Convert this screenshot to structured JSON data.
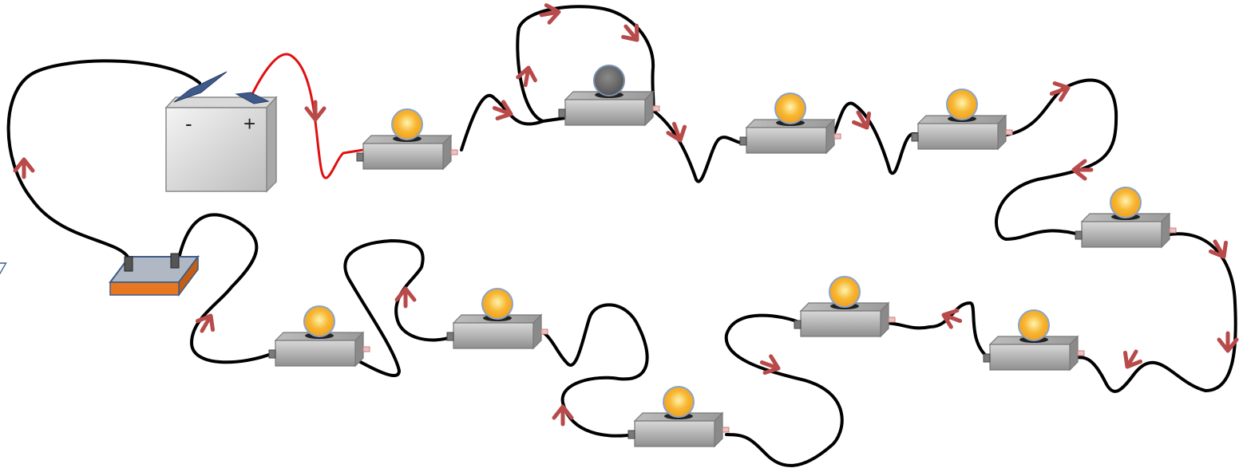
{
  "colors": {
    "background": "#ffffff",
    "wire": "#000000",
    "positive_wire": "#e01010",
    "arrow": "#b84a4a",
    "lamp_body": "#9e9e9e",
    "lamp_on": "#f7b733",
    "lamp_off": "#6e6e6e",
    "battery_body": "#cfcfcf",
    "battery_lid": "#3d5a8a",
    "switch_base": "#e87722",
    "switch_top": "#3d5a8a"
  },
  "battery": {
    "negative_label": "-",
    "positive_label": "+"
  },
  "lamps": [
    {
      "id": "lamp-1",
      "state": "on"
    },
    {
      "id": "lamp-2",
      "state": "off"
    },
    {
      "id": "lamp-3",
      "state": "on"
    },
    {
      "id": "lamp-4",
      "state": "on"
    },
    {
      "id": "lamp-5",
      "state": "on"
    },
    {
      "id": "lamp-6",
      "state": "on"
    },
    {
      "id": "lamp-7",
      "state": "on"
    },
    {
      "id": "lamp-8",
      "state": "on"
    },
    {
      "id": "lamp-9",
      "state": "on"
    },
    {
      "id": "lamp-10",
      "state": "on"
    },
    {
      "id": "lamp-11",
      "state": "on"
    }
  ],
  "switch": {
    "state": "closed"
  },
  "icons": {
    "battery": "battery-icon",
    "lamp": "light-bulb-icon",
    "switch": "switch-icon",
    "arrow": "current-direction-arrow-icon"
  }
}
